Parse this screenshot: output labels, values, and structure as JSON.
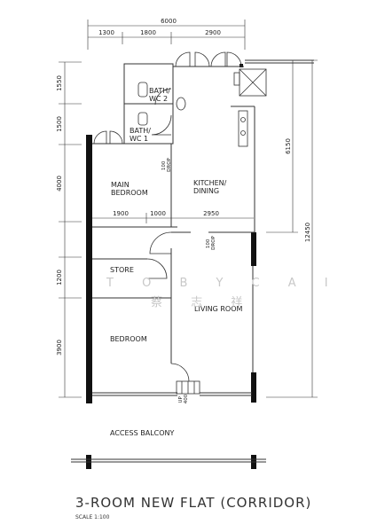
{
  "title": "3-ROOM NEW FLAT (CORRIDOR)",
  "scale_label": "SCALE  1:100",
  "watermark": "T O B Y   C A I",
  "watermark_cn": "蔡 志 祥",
  "rooms": {
    "bath_wc2": [
      "BATH/",
      "WC 2"
    ],
    "bath_wc1": [
      "BATH/",
      "WC 1"
    ],
    "main_bedroom": [
      "MAIN",
      "BEDROOM"
    ],
    "kitchen_dining": [
      "KITCHEN/",
      "DINING"
    ],
    "store": "STORE",
    "living_room": "LIVING ROOM",
    "bedroom": "BEDROOM",
    "access_balcony": "ACCESS  BALCONY"
  },
  "drops": {
    "drop1": [
      "100",
      "DROP"
    ],
    "drop2": [
      "100",
      "DROP"
    ],
    "up": [
      "UP",
      "400"
    ]
  },
  "dimensions": {
    "top_total": "6000",
    "top_1": "1300",
    "top_2": "1800",
    "top_3": "2900",
    "mid_1": "1900",
    "mid_2": "1000",
    "mid_3": "2950",
    "left_1": "1550",
    "left_2": "1500",
    "left_3": "4000",
    "left_4": "1200",
    "left_5": "3900",
    "right_1": "6150",
    "right_total": "12450"
  }
}
